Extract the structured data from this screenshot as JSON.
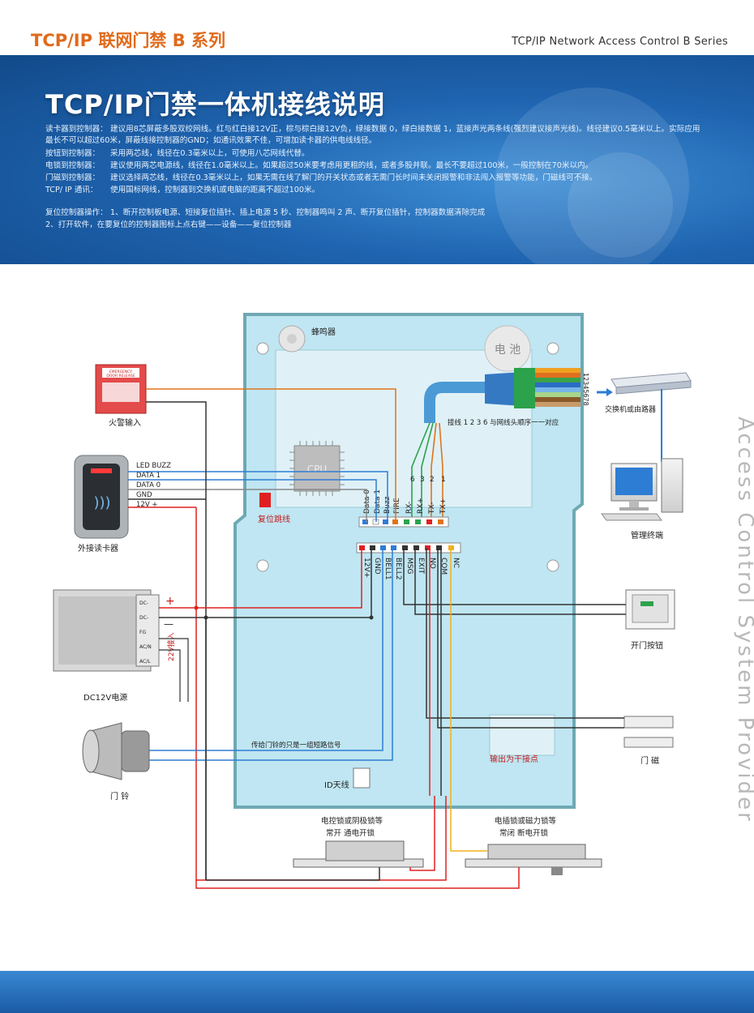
{
  "header": {
    "series_cn": "TCP/IP 联网门禁 B 系列",
    "series_en": "TCP/IP Network Access Control  B  Series"
  },
  "banner": {
    "title": "TCP/IP门禁一体机接线说明",
    "specs": [
      {
        "key": "读卡器到控制器：",
        "text": "建议用8芯屏蔽多股双绞网线。红与红白接12V正，棕与棕白接12V负，绿接数据 0，绿白接数据 1，蓝接声光两条线(强烈建议接声光线)。线径建议0.5毫米以上。实际应用"
      },
      {
        "key": "",
        "text": "最长不可以超过60米，屏蔽线接控制器的GND；如通讯效果不佳，可增加读卡器的供电线线径。"
      },
      {
        "key": "按钮到控制器：",
        "text": "采用两芯线，线径在0.3毫米以上，可使用八芯网线代替。"
      },
      {
        "key": "电锁到控制器：",
        "text": "建议使用两芯电源线，线径在1.0毫米以上。如果超过50米要考虑用更粗的线，或者多股并联。最长不要超过100米，一般控制在70米以内。"
      },
      {
        "key": "门磁到控制器：",
        "text": "建议选择两芯线，线径在0.3毫米以上，如果无需在线了解门的开关状态或者无需门长时间未关闭报警和非法闯入报警等功能，门磁线可不接。"
      },
      {
        "key": "TCP/ IP 通讯：",
        "text": "使用国标网线，控制器到交换机或电脑的距离不超过100米。"
      }
    ],
    "reset_key": "复位控制器操作：",
    "reset_steps": [
      "1、断开控制板电源、短接复位插针、插上电源 5 秒、控制器鸣叫 2 声、断开复位插针，控制器数据清除完成",
      "2、打开软件，在要复位的控制器图标上点右键——设备——复位控制器"
    ]
  },
  "diagram": {
    "buzzer": "蜂鸣器",
    "battery": "电 池",
    "cpu": "CPU",
    "reset_jumper": "复位跳线",
    "rj45_note": "接线 1 2 3 6 与网线头顺序一一对应",
    "rj45_pins": "12345678",
    "switch": "交换机或由路器",
    "terminal": "管理终端",
    "fire_input": "火警输入",
    "fire_panel_line1": "EMERGENCY",
    "fire_panel_line2": "DOOR RELEASE",
    "reader": "外接读卡器",
    "reader_wires": [
      "LED BUZZ",
      "DATA 1",
      "DATA 0",
      "GND",
      "12V +"
    ],
    "psu": "DC12V电源",
    "psu_terms": [
      "DC-",
      "DC-",
      "FG",
      "AC/N",
      "AC/L"
    ],
    "psu_input": "22V接入",
    "plus": "+",
    "minus": "—",
    "bell": "门 铃",
    "bell_note": "传给门铃的只是一组短路信号",
    "id_antenna": "ID天线",
    "dry_contact": "输出为干接点",
    "exit_button": "开门按钮",
    "door_contact": "门 磁",
    "lock1_title": "电控锁或阴极锁等",
    "lock1_sub": "常开    通电开锁",
    "lock2_title": "电插锁或磁力锁等",
    "lock2_sub": "常闭    断电开锁",
    "top_terminals": [
      "Data 0",
      "Data 1",
      "Buzz",
      "FIRE",
      "RX-",
      "RX+",
      "TX-",
      "TX+"
    ],
    "net_pins": [
      "6",
      "3",
      "2",
      "1"
    ],
    "bottom_terminals": [
      "12V+",
      "GND",
      "BELL1",
      "BELL2",
      "MSG",
      "EXIT",
      "NO",
      "COM",
      "NC"
    ],
    "vertical_text": "Access Control System Provider"
  },
  "colors": {
    "accent_orange": "#e06a1b",
    "banner_blue": "#1f64b0",
    "board": "#bfe6f2",
    "board_border": "#6fa9b3"
  }
}
